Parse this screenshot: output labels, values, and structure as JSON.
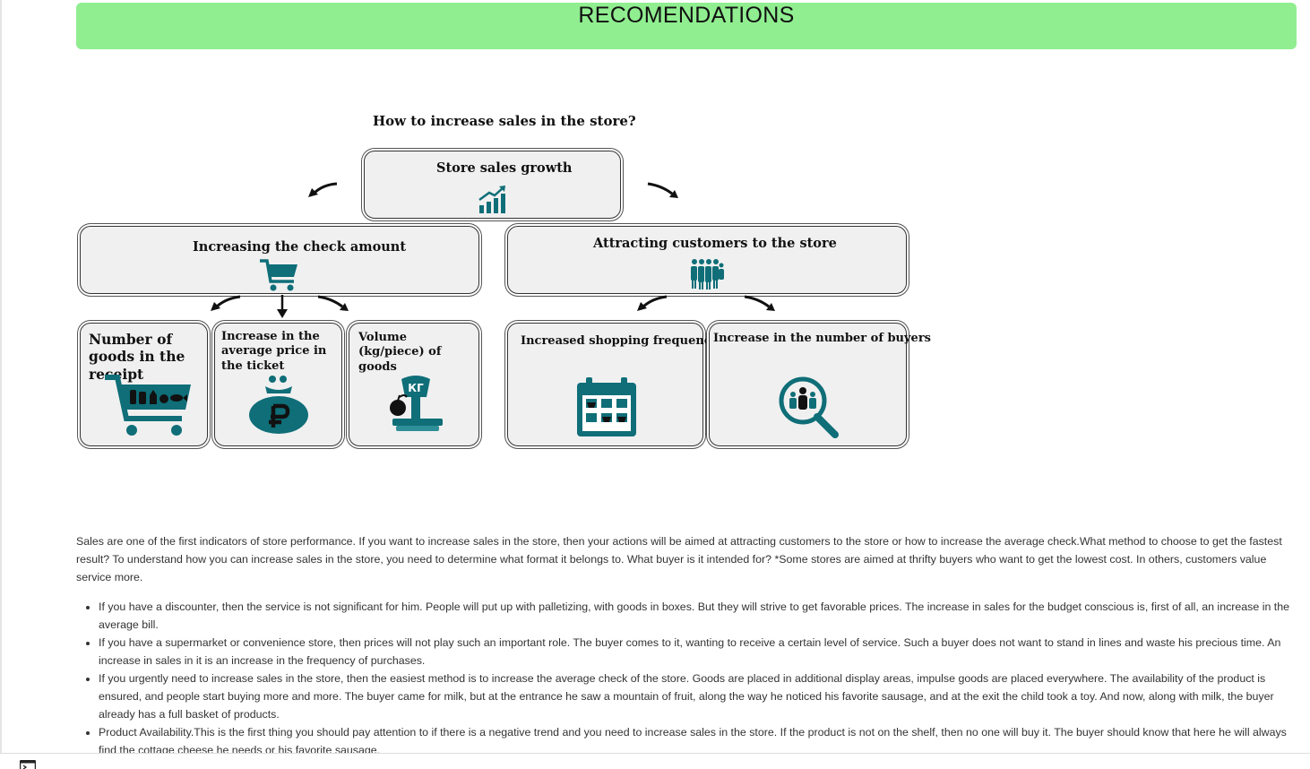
{
  "header": {
    "title": "RECOMENDATIONS"
  },
  "diagram": {
    "question": "How to increase sales in the store?",
    "root": {
      "label": "Store sales growth",
      "icon": "bar-chart-growth-icon"
    },
    "branches": [
      {
        "label": "Increasing the check amount",
        "icon": "shopping-cart-icon",
        "children": [
          {
            "label": "Number of goods in the receipt",
            "icon": "cart-with-goods-icon"
          },
          {
            "label": "Increase in the average price in the ticket",
            "icon": "ruble-money-bag-icon"
          },
          {
            "label": "Volume (kg/piece) of goods",
            "icon": "scales-icon",
            "scale_text": "КГ"
          }
        ]
      },
      {
        "label": "Attracting customers to the store",
        "icon": "crowd-icon",
        "children": [
          {
            "label": "Increased shopping frequency",
            "icon": "calendar-basket-icon"
          },
          {
            "label": "Increase in the number of buyers",
            "icon": "people-search-icon"
          }
        ]
      }
    ],
    "accent_color": "#0f6e78"
  },
  "article": {
    "intro": "Sales are one of the first indicators of store performance. If you want to increase sales in the store, then your actions will be aimed at attracting customers to the store or how to increase the average check.What method to choose to get the fastest result? To understand how you can increase sales in the store, you need to determine what format it belongs to. What buyer is it intended for? *Some stores are aimed at thrifty buyers who want to get the lowest cost. In others, customers value service more.",
    "items": [
      "If you have a discounter, then the service is not significant for him. People will put up with palletizing, with goods in boxes. But they will strive to get favorable prices. The increase in sales for the budget conscious is, first of all, an increase in the average bill.",
      "If you have a supermarket or convenience store, then prices will not play such an important role. The buyer comes to it, wanting to receive a certain level of service. Such a buyer does not want to stand in lines and waste his precious time. An increase in sales in it is an increase in the frequency of purchases.",
      "If you urgently need to increase sales in the store, then the easiest method is to increase the average check of the store. Goods are placed in additional display areas, impulse goods are placed everywhere. The availability of the product is ensured, and people start buying more and more. The buyer came for milk, but at the entrance he saw a mountain of fruit, along the way he noticed his favorite sausage, and at the exit the child took a toy. And now, along with milk, the buyer already has a full basket of products.",
      "Product Availability.This is the first thing you should pay attention to if there is a negative trend and you need to increase sales in the store. If the product is not on the shelf, then no one will buy it. The buyer should know that here he will always find the cottage cheese he needs or his favorite sausage."
    ]
  },
  "footer": {
    "icon": "terminal-icon"
  },
  "colors": {
    "banner": "#90ee90",
    "node_bg": "#f0f0f0",
    "icon_teal": "#0f6e78"
  }
}
